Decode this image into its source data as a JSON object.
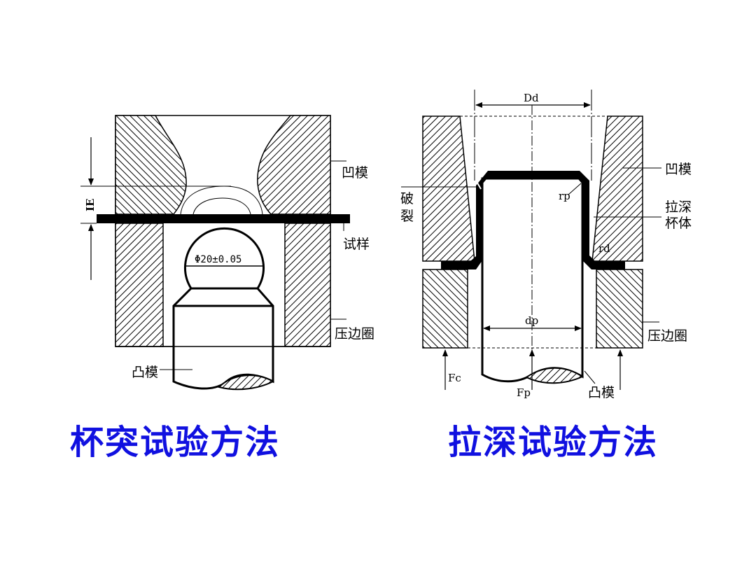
{
  "colors": {
    "title": "#1010e0",
    "line": "#000000"
  },
  "left_diagram": {
    "title": "杯突试验方法",
    "labels": {
      "die": "凹模",
      "specimen": "试样",
      "blank_holder": "压边圈",
      "punch": "凸模",
      "ie": "IE",
      "ball_diameter": "Φ20±0.05"
    }
  },
  "right_diagram": {
    "title": "拉深试验方法",
    "labels": {
      "die": "凹模",
      "cup_line1": "拉深",
      "cup_line2": "杯体",
      "fracture_line1": "破",
      "fracture_line2": "裂",
      "blank_holder": "压边圈",
      "punch": "凸模",
      "Dd": "Dd",
      "dp": "dp",
      "rp": "rp",
      "rd": "rd",
      "Fc": "Fc",
      "Fp": "Fp"
    }
  }
}
